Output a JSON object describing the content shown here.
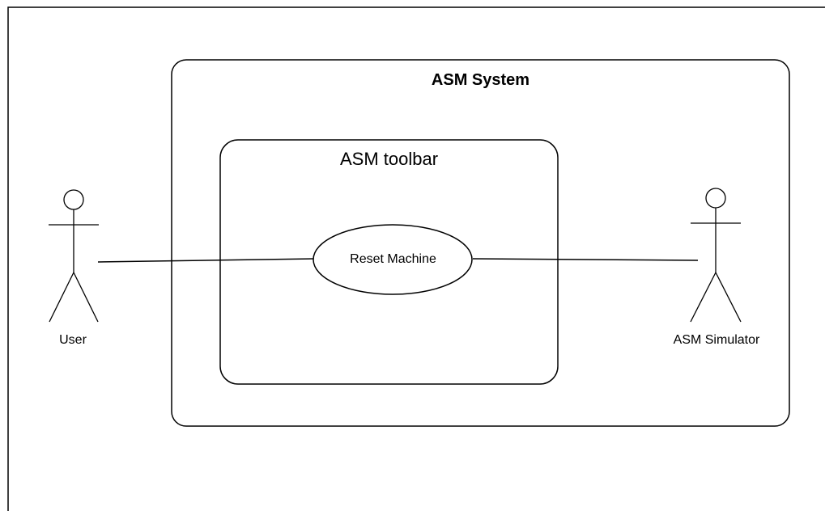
{
  "diagram": {
    "system": {
      "title": "ASM System"
    },
    "subsystem": {
      "title": "ASM toolbar"
    },
    "use_case": {
      "label": "Reset Machine"
    },
    "actors": [
      {
        "label": "User"
      },
      {
        "label": "ASM Simulator"
      }
    ],
    "associations": [
      {
        "from": "User",
        "to": "Reset Machine"
      },
      {
        "from": "Reset Machine",
        "to": "ASM Simulator"
      }
    ]
  }
}
